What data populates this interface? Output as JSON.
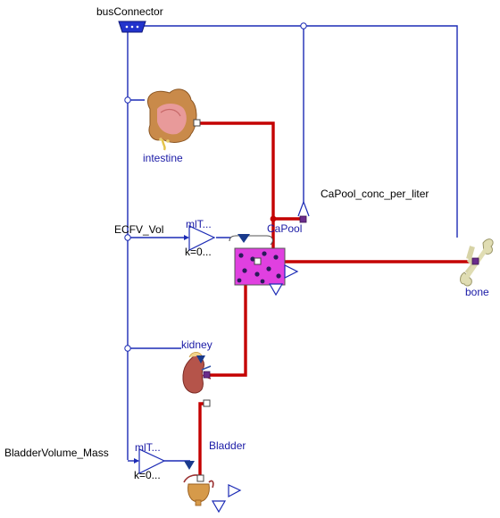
{
  "labels": {
    "bus_connector": "busConnector",
    "intestine": "intestine",
    "capool_conc": "CaPool_conc_per_liter",
    "ecfv_vol": "ECFV_Vol",
    "mlt_top": "mlT...",
    "k_top": "k=0...",
    "capool": "CaPool",
    "bone": "bone",
    "kidney": "kidney",
    "bladder_volume_mass": "BladderVolume_Mass",
    "mlt_bottom": "mlT...",
    "k_bottom": "k=0...",
    "bladder": "Bladder"
  },
  "colors": {
    "signal_line": "#1c2bb5",
    "fluid_line": "#c40000",
    "pool_fill": "#e040e0",
    "port_fill": "#6a2c8c",
    "label_blue": "#1a1aa6"
  },
  "icons": [
    "bus-connector-icon",
    "intestine-icon",
    "gain-block-icon",
    "ca-pool-icon",
    "bone-icon",
    "kidney-icon",
    "bladder-icon"
  ]
}
